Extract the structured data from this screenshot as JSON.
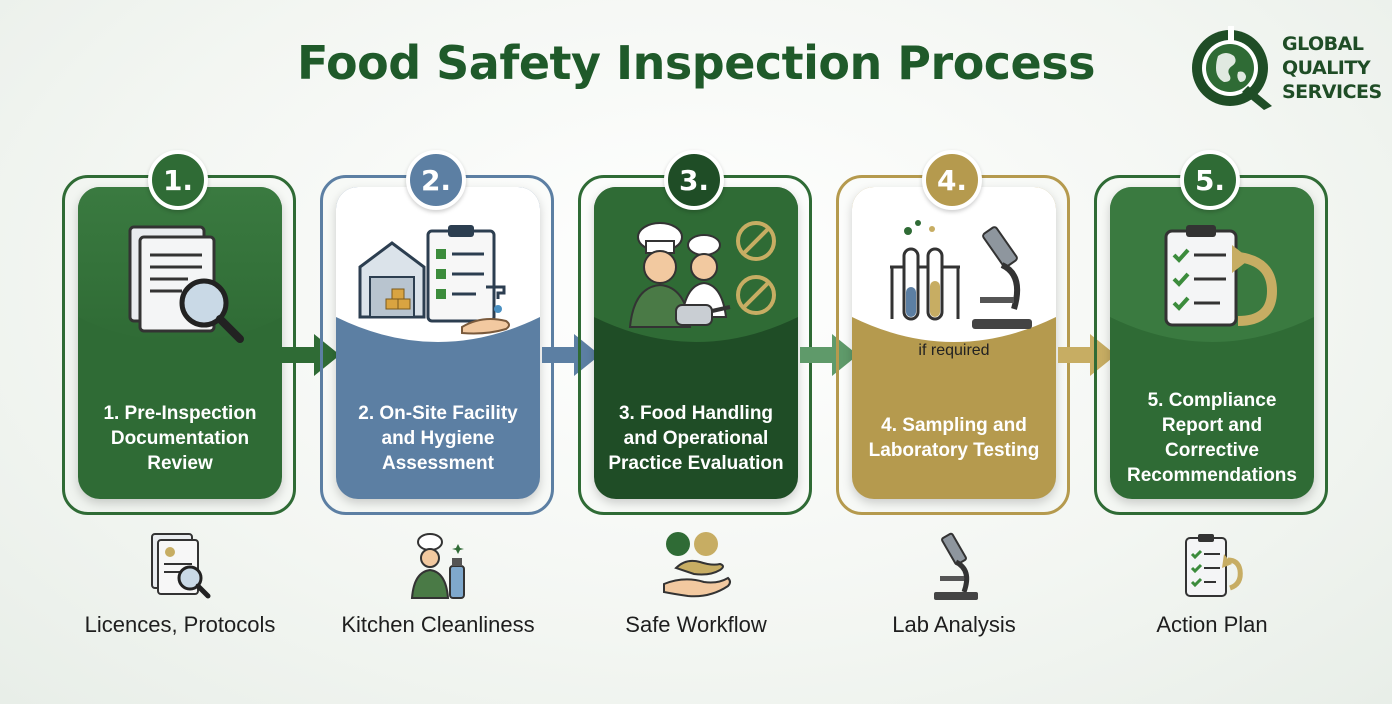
{
  "title": "Food Safety Inspection Process",
  "logo": {
    "line1": "GLOBAL",
    "line2": "QUALITY",
    "line3": "SERVICES",
    "icon": "globe-q-icon"
  },
  "colors": {
    "green": "#2f6b35",
    "darkgreen": "#1f4d26",
    "blue": "#5c7fa3",
    "gold": "#b59a4e",
    "gold_light": "#c7ad63"
  },
  "steps": [
    {
      "badge": "1.",
      "label": "1. Pre-Inspection Documentation Review",
      "icon": "document-magnifier-icon"
    },
    {
      "badge": "2.",
      "label": "2. On-Site Facility and Hygiene Assessment",
      "icon": "facility-checklist-icon"
    },
    {
      "badge": "3.",
      "label": "3. Food Handling and Operational Practice Evaluation",
      "icon": "chefs-icon"
    },
    {
      "badge": "4.",
      "label": "4. Sampling and Laboratory Testing",
      "note": "if required",
      "icon": "lab-icon"
    },
    {
      "badge": "5.",
      "label": "5. Compliance Report and Corrective Recommendations",
      "icon": "clipboard-cycle-icon"
    }
  ],
  "bottom": [
    {
      "caption": "Licences, Protocols",
      "icon": "documents-icon"
    },
    {
      "caption": "Kitchen Cleanliness",
      "icon": "chef-cleaning-icon"
    },
    {
      "caption": "Safe Workflow",
      "icon": "hand-food-icon"
    },
    {
      "caption": "Lab Analysis",
      "icon": "microscope-icon"
    },
    {
      "caption": "Action Plan",
      "icon": "clipboard-arrow-icon"
    }
  ]
}
